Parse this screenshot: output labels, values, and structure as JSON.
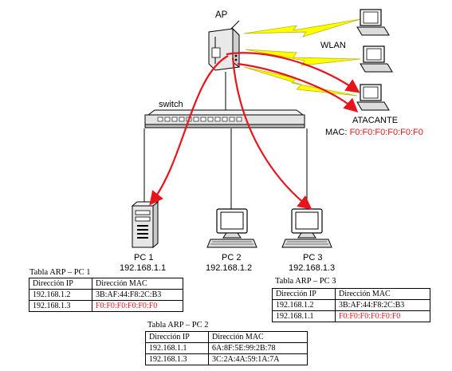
{
  "labels": {
    "ap": "AP",
    "wlan": "WLAN",
    "switch": "switch",
    "attacker": "ATACANTE",
    "attacker_mac_prefix": "MAC:",
    "attacker_mac": "F0:F0:F0:F0:F0:F0"
  },
  "pcs": [
    {
      "name": "PC 1",
      "ip": "192.168.1.1"
    },
    {
      "name": "PC 2",
      "ip": "192.168.1.2"
    },
    {
      "name": "PC 3",
      "ip": "192.168.1.3"
    }
  ],
  "arp_tables": [
    {
      "title": "Tabla ARP – PC 1",
      "headers": [
        "Dirección IP",
        "Dirección MAC"
      ],
      "rows": [
        {
          "ip": "192.168.1.2",
          "mac": "3B:AF:44:F8:2C:B3",
          "poisoned": false
        },
        {
          "ip": "192.168.1.3",
          "mac": "F0:F0:F0:F0:F0:F0",
          "poisoned": true
        }
      ]
    },
    {
      "title": "Tabla ARP – PC 2",
      "headers": [
        "Dirección IP",
        "Dirección MAC"
      ],
      "rows": [
        {
          "ip": "192.168.1.1",
          "mac": "6A:8F:5E:99:2B:78",
          "poisoned": false
        },
        {
          "ip": "192.168.1.3",
          "mac": "3C:2A:4A:59:1A:7A",
          "poisoned": false
        }
      ]
    },
    {
      "title": "Tabla ARP – PC 3",
      "headers": [
        "Dirección IP",
        "Dirección MAC"
      ],
      "rows": [
        {
          "ip": "192.168.1.2",
          "mac": "3B:AF:44:F8:2C:B3",
          "poisoned": false
        },
        {
          "ip": "192.168.1.1",
          "mac": "F0:F0:F0:F0:F0:F0",
          "poisoned": true
        }
      ]
    }
  ],
  "colors": {
    "arrow": "#e8141c",
    "lightning": "#ffff00",
    "lightning_stroke": "#b8b800",
    "poisoned_text": "#e8141c"
  }
}
